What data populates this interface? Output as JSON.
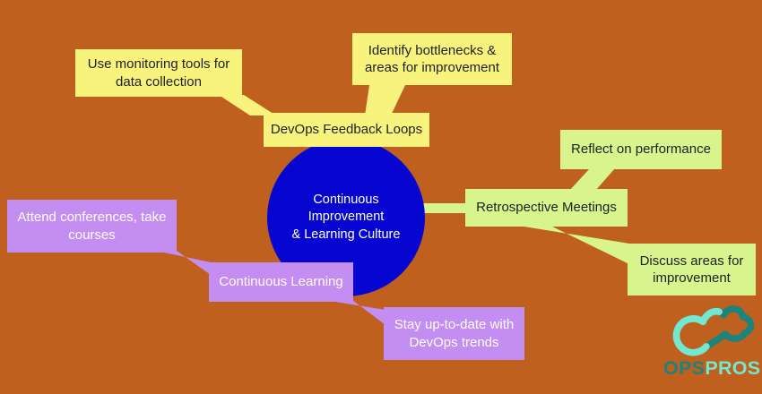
{
  "colors": {
    "background": "#C0601E",
    "yellow": "#F8F37D",
    "green": "#D7F48D",
    "purple": "#C38DF1",
    "blue": "#0606D0",
    "dark_text": "#1F1F1F",
    "light_text": "#FFFFFF",
    "logo_teal": "#1E837B",
    "logo_mint": "#74E7D1"
  },
  "center_node": {
    "label": "Continuous Improvement\n& Learning Culture"
  },
  "nodes": {
    "devops_feedback": {
      "label": "DevOps Feedback Loops"
    },
    "use_monitoring": {
      "label": "Use monitoring tools for\ndata collection"
    },
    "identify_bottlenecks": {
      "label": "Identify bottlenecks &\nareas for improvement"
    },
    "retrospective": {
      "label": "Retrospective Meetings"
    },
    "reflect": {
      "label": "Reflect on performance"
    },
    "discuss": {
      "label": "Discuss areas for\nimprovement"
    },
    "continuous_learning": {
      "label": "Continuous Learning"
    },
    "attend": {
      "label": "Attend conferences, take\ncourses"
    },
    "stay": {
      "label": "Stay up-to-date with\nDevOps trends"
    }
  },
  "logo": {
    "ops": "OPS",
    "pros": "PROS"
  }
}
